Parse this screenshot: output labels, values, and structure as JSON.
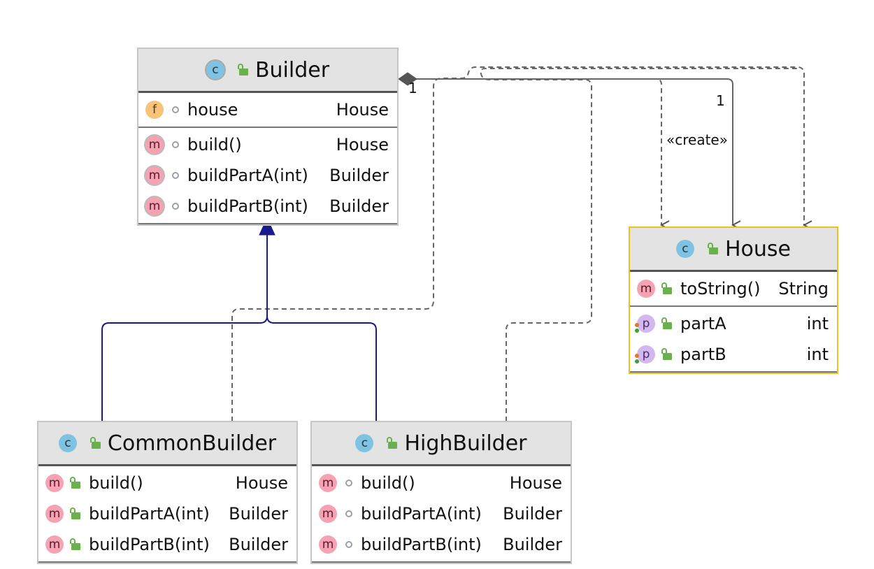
{
  "classes": {
    "builder": {
      "title": "Builder",
      "fields": [
        {
          "name": "house",
          "type": "House"
        }
      ],
      "methods": [
        {
          "name": "build()",
          "type": "House"
        },
        {
          "name": "buildPartA(int)",
          "type": "Builder"
        },
        {
          "name": "buildPartB(int)",
          "type": "Builder"
        }
      ]
    },
    "house": {
      "title": "House",
      "methods": [
        {
          "name": "toString()",
          "type": "String"
        }
      ],
      "properties": [
        {
          "name": "partA",
          "type": "int"
        },
        {
          "name": "partB",
          "type": "int"
        }
      ]
    },
    "common": {
      "title": "CommonBuilder",
      "methods": [
        {
          "name": "build()",
          "type": "House"
        },
        {
          "name": "buildPartA(int)",
          "type": "Builder"
        },
        {
          "name": "buildPartB(int)",
          "type": "Builder"
        }
      ]
    },
    "high": {
      "title": "HighBuilder",
      "methods": [
        {
          "name": "build()",
          "type": "House"
        },
        {
          "name": "buildPartA(int)",
          "type": "Builder"
        },
        {
          "name": "buildPartB(int)",
          "type": "Builder"
        }
      ]
    }
  },
  "edge_labels": {
    "multiplicity_builder": "1",
    "multiplicity_house": "1",
    "create": "«create»"
  },
  "icons": {
    "class": "class-icon",
    "method": "method-icon",
    "field": "field-icon",
    "property": "property-icon",
    "public": "public-lock-icon",
    "package": "package-private-icon"
  },
  "colors": {
    "header_bg": "#e3e3e3",
    "class_border": "#c6c6c6",
    "selected_border": "#f0c020",
    "inheritance": "#1a1a8c",
    "dependency": "#666666",
    "composition": "#555555"
  }
}
